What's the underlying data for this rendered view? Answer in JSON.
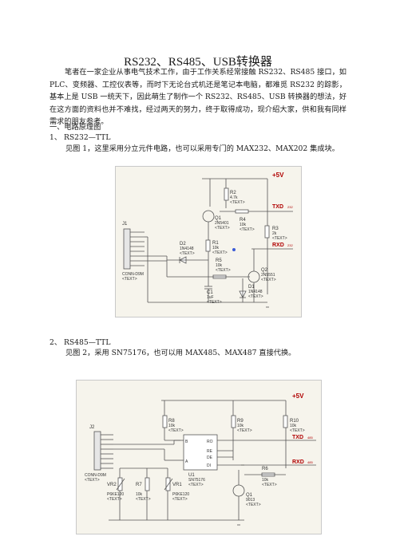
{
  "title": "RS232、RS485、USB转换器",
  "intro": "笔者在一家企业从事电气技术工作，由于工作关系经常接触 RS232、RS485 接口，如 PLC、变频器、工控仪表等，而时下无论台式机还是笔记本电脑，都难觅 RS232 的踪影，基本上是 USB 一统天下，因此萌生了制作一个 RS232、RS485、USB 转换器的想法，好在这方面的资料也并不难找，经过两天的努力，终于取得成功，现介绍大家，供和我有同样需求的朋友参考。",
  "section1": "一、电路原理图",
  "item1": {
    "heading": "1、 RS232—TTL",
    "desc": "见图 1，这里采用分立元件电路，也可以采用专门的 MAX232、MAX202 集成块。"
  },
  "item2": {
    "heading": "2、 RS485—TTL",
    "desc": "见图 2，采用 SN75176，也可以用 MAX485、MAX487 直接代换。"
  },
  "fig1": {
    "vcc": "+5V",
    "txd": "TXD",
    "txd_sub": "232",
    "rxd": "RXD",
    "rxd_sub": "232",
    "j1": "J1",
    "conn": "CONN-D9M",
    "text": "<TEXT>",
    "r2": "R2",
    "r2v": "4.7k",
    "q1": "Q1",
    "q1v": "2N5401",
    "r4": "R4",
    "r4v": "10k",
    "r3": "R3",
    "r3v": "2k",
    "d2": "D2",
    "d2v": "1N4148",
    "r1": "R1",
    "r1v": "10k",
    "r5": "R5",
    "r5v": "10k",
    "q2": "Q2",
    "q2v": "2N5551",
    "c1": "C1",
    "c1v": "1uF",
    "d1": "D1",
    "d1v": "1N4148"
  },
  "fig2": {
    "vcc": "+5V",
    "txd": "TXD",
    "txd_sub": "485",
    "rxd": "RXD",
    "rxd_sub": "485",
    "j2": "J2",
    "conn": "CONN-D9M",
    "text": "<TEXT>",
    "r8a": "R8",
    "r8av": "10k",
    "r9": "R9",
    "r9v": "10k",
    "r10": "R10",
    "r10v": "10k",
    "u1": "U1",
    "u1v": "SN75176",
    "pin_ro": "RO",
    "pin_re": "RE",
    "pin_de": "DE",
    "pin_di": "DI",
    "pin_b": "B",
    "pin_a": "A",
    "r6": "R6",
    "r6v": "10k",
    "q1": "Q1",
    "q1v": "9013",
    "vr2": "VR2",
    "vr2v": "P6KE120",
    "r7": "R7",
    "r7v": "10k",
    "vr1": "VR1",
    "vr1v": "P6KE120"
  }
}
